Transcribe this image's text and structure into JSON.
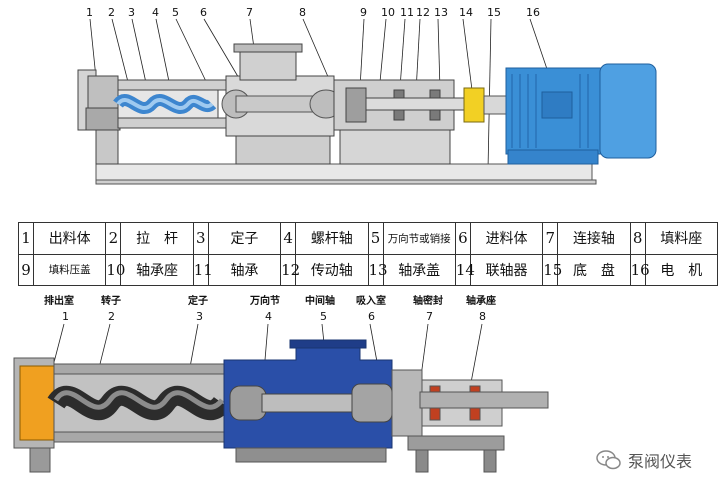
{
  "top_callouts": [
    "1",
    "2",
    "3",
    "4",
    "5",
    "6",
    "7",
    "8",
    "9",
    "10",
    "11",
    "12",
    "13",
    "14",
    "15",
    "16"
  ],
  "parts_table": {
    "row1": [
      {
        "num": "1",
        "name": "出料体"
      },
      {
        "num": "2",
        "name": "拉　杆"
      },
      {
        "num": "3",
        "name": "定子"
      },
      {
        "num": "4",
        "name": "螺杆轴"
      },
      {
        "num": "5",
        "name": "万向节或销接"
      },
      {
        "num": "6",
        "name": "进料体"
      },
      {
        "num": "7",
        "name": "连接轴"
      },
      {
        "num": "8",
        "name": "填料座"
      }
    ],
    "row2": [
      {
        "num": "9",
        "name": "填料压盖"
      },
      {
        "num": "10",
        "name": "轴承座"
      },
      {
        "num": "11",
        "name": "轴承"
      },
      {
        "num": "12",
        "name": "传动轴"
      },
      {
        "num": "13",
        "name": "轴承盖"
      },
      {
        "num": "14",
        "name": "联轴器"
      },
      {
        "num": "15",
        "name": "底　盘"
      },
      {
        "num": "16",
        "name": "电　机"
      }
    ]
  },
  "bottom_labels": [
    {
      "cn": "排出室",
      "num": "1"
    },
    {
      "cn": "转子",
      "num": "2"
    },
    {
      "cn": "定子",
      "num": "3"
    },
    {
      "cn": "万向节",
      "num": "4"
    },
    {
      "cn": "中间轴",
      "num": "5"
    },
    {
      "cn": "吸入室",
      "num": "6"
    },
    {
      "cn": "轴密封",
      "num": "7"
    },
    {
      "cn": "轴承座",
      "num": "8"
    }
  ],
  "watermark": {
    "text": "泵阀仪表",
    "icon": "wechat-icon"
  },
  "colors": {
    "motor": "#3a8fd6",
    "coupling": "#f2d024",
    "rotor_fluid": "#4a90d0",
    "pump_blue": "#2a4fa8",
    "orange": "#f0a020",
    "cutaway": "#a8a8a8"
  }
}
